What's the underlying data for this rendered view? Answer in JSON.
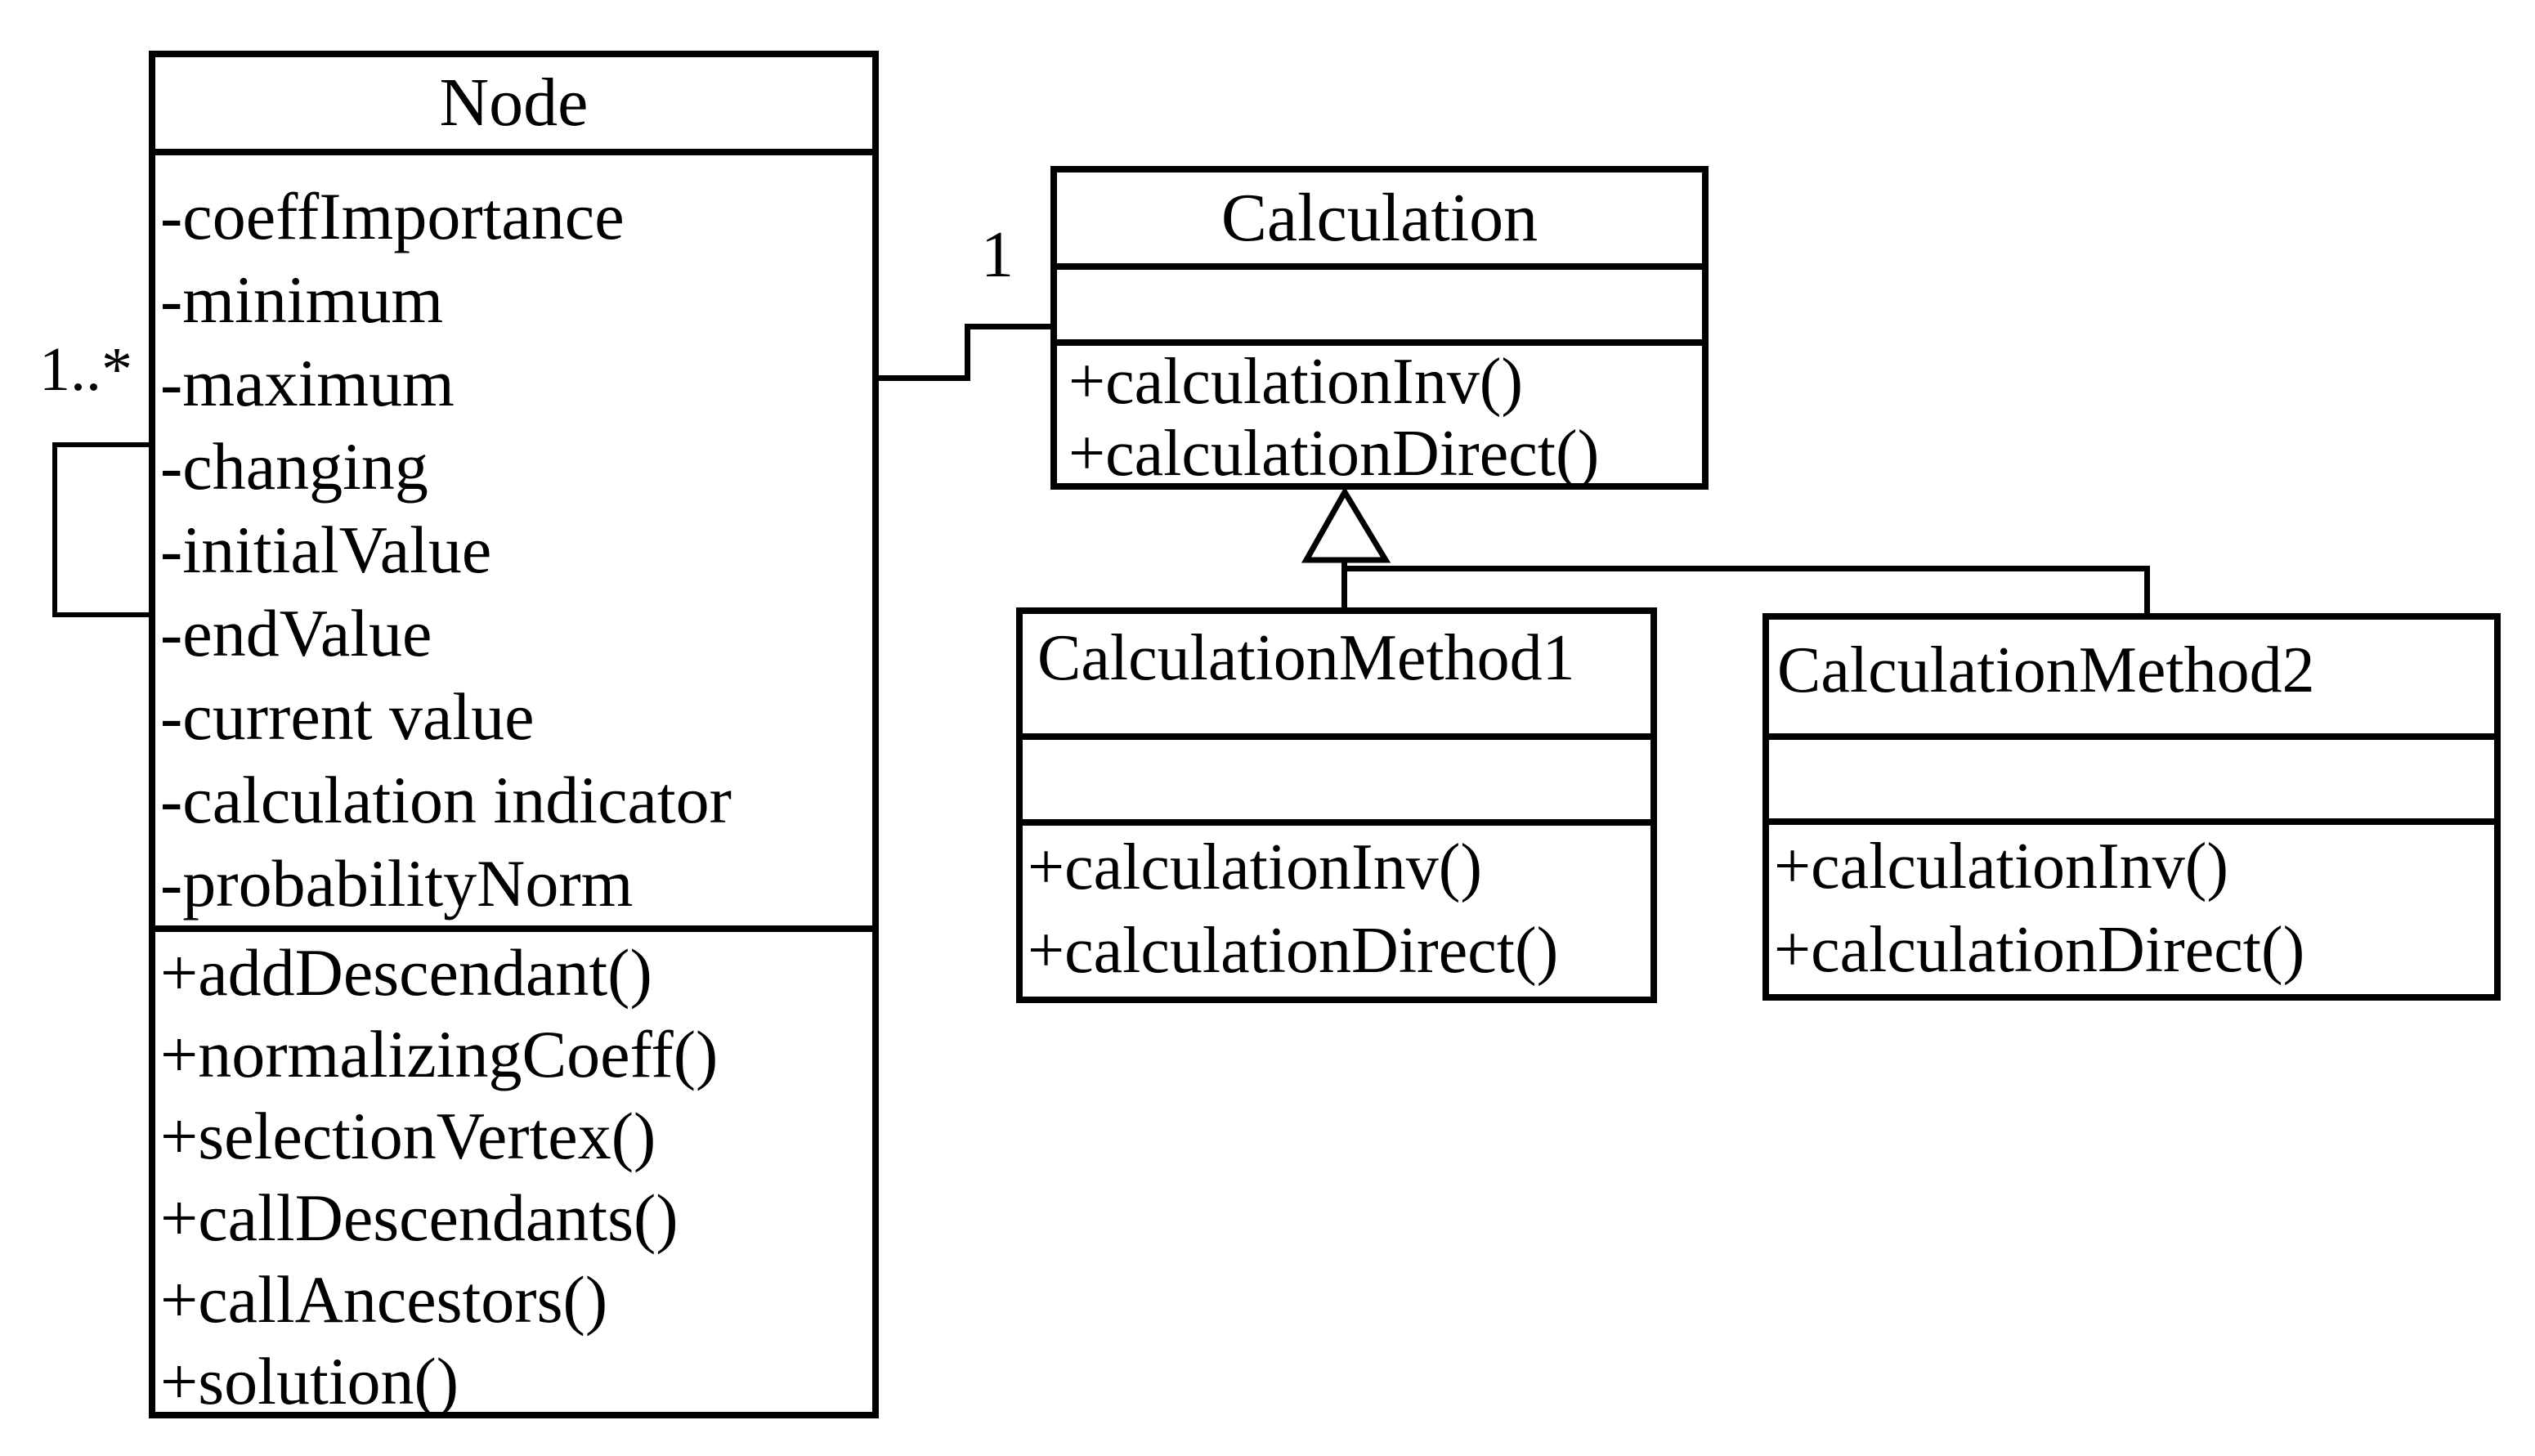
{
  "diagram": {
    "type": "uml-class-diagram",
    "colors": {
      "line": "#000000",
      "background": "#ffffff",
      "box_fill": "#ffffff",
      "text": "#000000"
    },
    "classes": [
      {
        "name": "Node",
        "attributes": [
          "-coeffImportance",
          "-minimum",
          "-maximum",
          "-changing",
          "-initialValue",
          "-endValue",
          "-current value",
          "-calculation indicator",
          "-probabilityNorm"
        ],
        "methods": [
          "+addDescendant()",
          "+normalizingCoeff()",
          "+selectionVertex()",
          "+callDescendants()",
          "+callAncestors()",
          "+solution()"
        ]
      },
      {
        "name": "Calculation",
        "attributes": [],
        "methods": [
          "+calculationInv()",
          "+calculationDirect()"
        ]
      },
      {
        "name": "CalculationMethod1",
        "attributes": [],
        "methods": [
          "+calculationInv()",
          "+calculationDirect()"
        ]
      },
      {
        "name": "CalculationMethod2",
        "attributes": [],
        "methods": [
          "+calculationInv()",
          "+calculationDirect()"
        ]
      }
    ],
    "relationships": {
      "association": {
        "from": "Node",
        "to": "Calculation",
        "multiplicity_at_calculation": "1"
      },
      "self_association": {
        "class": "Node",
        "multiplicity": "1..*"
      },
      "generalization": {
        "parent": "Calculation",
        "children": [
          "CalculationMethod1",
          "CalculationMethod2"
        ]
      }
    }
  }
}
